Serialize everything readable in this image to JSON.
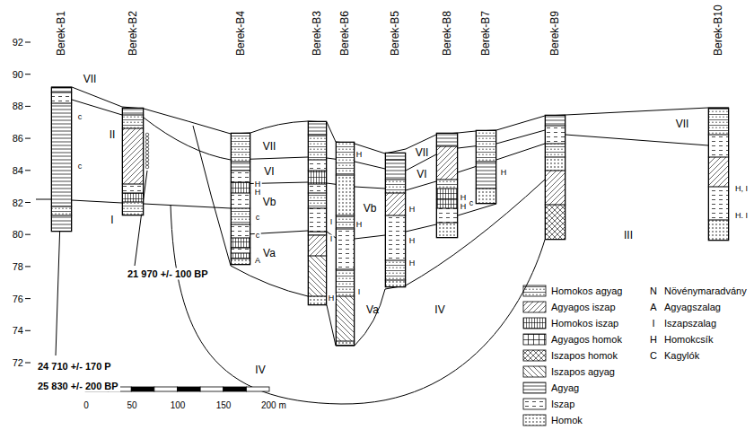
{
  "diagram": {
    "nodes": [
      {
        "text": [
          "Berek-B1"
        ]
      },
      {
        "text": [
          "Berek-B2"
        ]
      },
      {
        "text": [
          "Berek-B4"
        ]
      },
      {
        "text": [
          "Berek-B3"
        ]
      },
      {
        "text": [
          "Berek-B6"
        ]
      },
      {
        "text": [
          "Berek-B5"
        ]
      },
      {
        "text": [
          "Berek-B8"
        ]
      },
      {
        "text": [
          "Berek-B7"
        ]
      },
      {
        "text": [
          "Berek-B9"
        ]
      },
      {
        "text": [
          "Berek-B10"
        ]
      }
    ],
    "labels": [
      "92",
      "90",
      "88",
      "86",
      "84",
      "82",
      "80",
      "78",
      "76",
      "74",
      "72",
      "VII",
      "II",
      "I",
      "VII",
      "VI",
      "Vb",
      "Va",
      "IV",
      "VII",
      "VI",
      "Vb",
      "Va",
      "IV",
      "VII",
      "III",
      "c",
      "c",
      "H",
      "H",
      "c",
      "c",
      "A",
      "I",
      "I",
      "H",
      "H",
      "H",
      "I",
      "H",
      "H",
      "H",
      "H",
      "H",
      "c",
      "H",
      "H, I",
      "H. I",
      "21 970 +/- 100 BP",
      "24 710 +/- 170 P",
      "25 830 +/- 200 BP",
      "0",
      "50",
      "100",
      "150",
      "200 m",
      "N",
      "A",
      "I",
      "H",
      "C"
    ],
    "legend": [
      {
        "text": "Homokos agyag"
      },
      {
        "text": "Agyagos iszap"
      },
      {
        "text": "Homokos iszap"
      },
      {
        "text": "Agyagos homok"
      },
      {
        "text": "Iszapos homok"
      },
      {
        "text": "Iszapos agyag"
      },
      {
        "text": "Agyag"
      },
      {
        "text": "Iszap"
      },
      {
        "text": "Homok"
      },
      {
        "text": "Növénymaradvány"
      },
      {
        "text": "Agyagszalag"
      },
      {
        "text": "Iszapszalag"
      },
      {
        "text": "Homokcsík"
      },
      {
        "text": "Kagylók"
      }
    ]
  }
}
